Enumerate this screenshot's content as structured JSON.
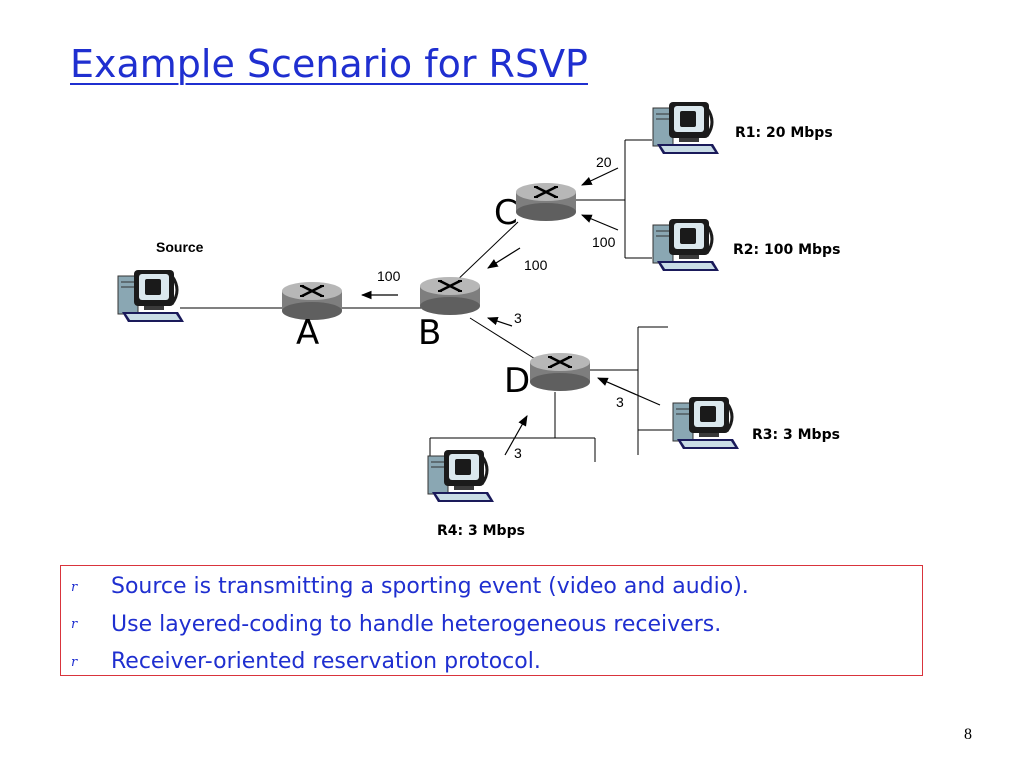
{
  "slide": {
    "title": "Example Scenario for RSVP",
    "page_number": "8"
  },
  "diagram": {
    "routers": [
      {
        "id": "A",
        "label": "A"
      },
      {
        "id": "B",
        "label": "B"
      },
      {
        "id": "C",
        "label": "C"
      },
      {
        "id": "D",
        "label": "D"
      }
    ],
    "source_label": "Source",
    "receivers": [
      {
        "id": "R1",
        "label": "R1: 20 Mbps"
      },
      {
        "id": "R2",
        "label": "R2: 100 Mbps"
      },
      {
        "id": "R3",
        "label": "R3: 3 Mbps"
      },
      {
        "id": "R4",
        "label": "R4: 3 Mbps"
      }
    ],
    "reservations": {
      "r1_to_c": "20",
      "r2_to_c": "100",
      "c_to_b": "100",
      "b_to_a": "100",
      "d_to_b": "3",
      "r3_to_d": "3",
      "r4_to_d": "3"
    }
  },
  "bullets": {
    "marker": "r",
    "items": [
      "Source is transmitting a sporting event (video and audio).",
      "Use layered-coding to handle heterogeneous receivers.",
      "Receiver-oriented reservation protocol."
    ]
  }
}
